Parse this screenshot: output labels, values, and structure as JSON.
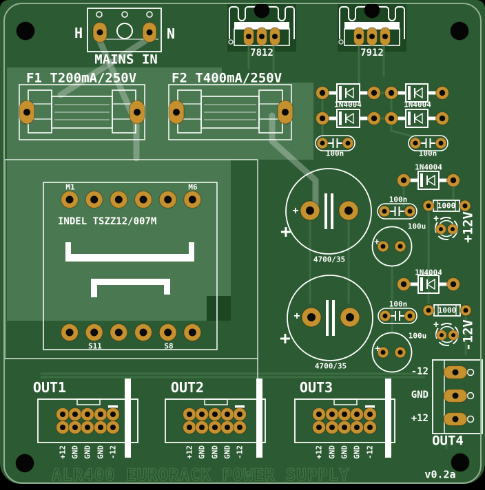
{
  "mains": {
    "label": "MAINS IN",
    "hot": "H",
    "neutral": "N"
  },
  "fuses": {
    "f1": "F1 T200mA/250V",
    "f2": "F2 T400mA/250V"
  },
  "regulators": {
    "positive": "7812",
    "negative": "7912"
  },
  "diodes": {
    "label": "1N4004"
  },
  "capacitors": {
    "ceramic": "100n",
    "bulk": "4700/35",
    "electrolytic": "100u"
  },
  "resistors": {
    "value": "1000"
  },
  "rails": {
    "positive": "+12V",
    "negative": "-12V"
  },
  "transformer": {
    "part": "INDEL TSZZ12/007M",
    "pin_m1": "M1",
    "pin_m6": "M6",
    "pin_s11": "S11",
    "pin_s8": "S8"
  },
  "outputs": {
    "headers": [
      {
        "label": "OUT1"
      },
      {
        "label": "OUT2"
      },
      {
        "label": "OUT3"
      }
    ],
    "pin_labels": [
      "+12",
      "GND",
      "GND",
      "GND",
      "-12"
    ],
    "terminal": {
      "label": "OUT4",
      "pins": [
        "-12",
        "GND",
        "+12"
      ]
    }
  },
  "symbols": {
    "plus": "+"
  },
  "footer": {
    "title": "ALR400 EURORACK POWER SUPPLY",
    "version": "v0.2a"
  },
  "colors": {
    "board": "#2c5a32",
    "pour": "#4a7850",
    "dark": "#1d4622",
    "trace": "#3d6d43",
    "silkscreen": "#ffffff",
    "pad": "#c5902e",
    "edge": "#93b194",
    "copper_text": "#3f7044"
  }
}
